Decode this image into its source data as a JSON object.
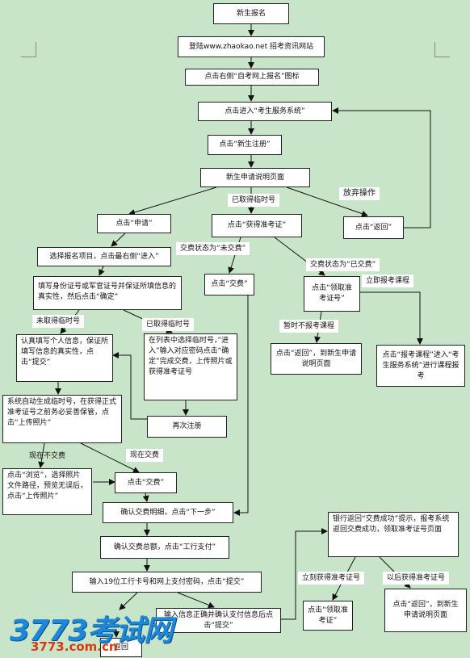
{
  "nodes": {
    "n1": "新生报名",
    "n2": "登陆www.zhaokao.net 招考资讯网站",
    "n3": "点击右侧“自考网上报名”图标",
    "n4": "点击进入“考生服务系统”",
    "n5": "点击“新生注册”",
    "n6": "新生申请说明页面",
    "apply": "点击“申请”",
    "getcard": "点击“获得准考证”",
    "ret1": "点击“返回”",
    "choose": "选择报名项目，点击最右侧“进入”",
    "fillid": "填写身份证号或军官证号并保证所填信息的真实性，然后点击“确定”",
    "checkinfo": "认真填写个人信息，保证所填写信息的真实性，点击“提交”",
    "enternum": "在列表中选择临时号，”进入”输入对应密码点击“确定”完成交费，上传照片或获得准考证号",
    "sysgen": "系统自动生成临时号，在获得正式准考证号之前务必妥善保管，点击“上传照片”",
    "reregister": "再次注册",
    "browse": "点击“浏览”，选择照片文件路径，预览无误后，点击“上传照片”",
    "pay": "点击“交费”",
    "pay2": "点击“交费”",
    "getcard2": "点击“领取准考证号”",
    "ret2": "点击“返回”，到新生申请说明页面",
    "course": "点击“报考课程”进入“考生服务系统”进行课程报考",
    "confirm": "确认交费明细，点击“下一步”",
    "total": "确认交费总额，点击“工行支付”",
    "card19": "输入19位工行卡号和网上支付密码，点击“提交”",
    "verify": "输入信息正确并确认支付信息后点击“提交”",
    "bankret": "银行返回“交费成功”提示，报考系统返回交费成功，领取准考证号页面",
    "getcard3": "点击“领取准考证”",
    "ret3": "点击“返回”，到新生申请说明页面",
    "ret4": "返回"
  },
  "labels": {
    "l_gotnum": "已取得临时号",
    "l_giveup": "放弃操作",
    "l_unpaid": "交费状态为“未交费”",
    "l_paid": "交费状态为“已交费”",
    "l_immediate": "立即报考课程",
    "l_nonum": "未取得临时号",
    "l_gotnum2": "已取得临时号",
    "l_later": "暂时不报考课程",
    "l_payfirst": "现在不交费",
    "l_paynow": "现在交费",
    "l_now_get": "立刻获得准考证号",
    "l_later_get": "以后获得准考证号"
  },
  "logo": {
    "main": "3773考试网",
    "url": "3773.com.cn"
  }
}
